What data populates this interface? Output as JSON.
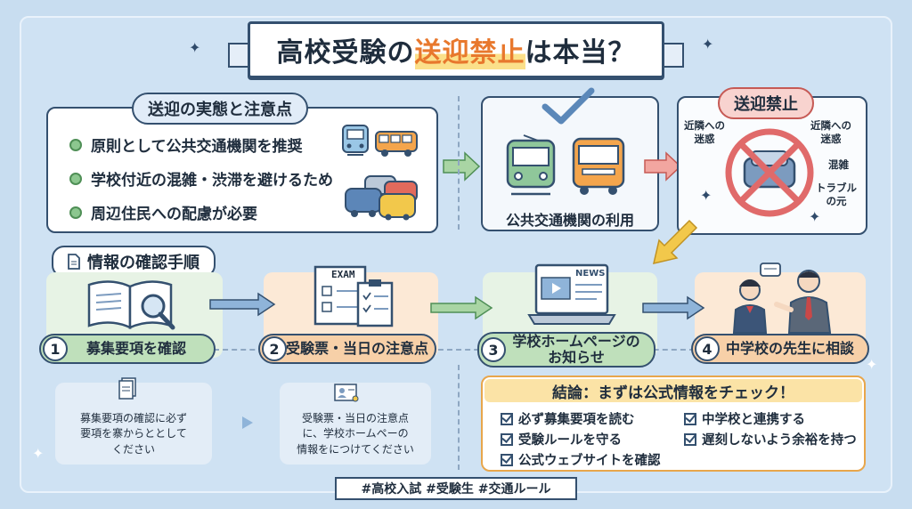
{
  "title": {
    "prefix": "高校受験の",
    "highlight": "送迎禁止",
    "suffix": "は本当？"
  },
  "reality": {
    "heading": "送迎の実態と注意点",
    "bullets": [
      "原則として公共交通機関を推奨",
      "学校付近の混雑・渋滞を避けるため",
      "周辺住民への配慮が必要"
    ]
  },
  "public_transport": {
    "caption": "公共交通機関の利用"
  },
  "ban": {
    "heading": "送迎禁止",
    "labels": [
      "近隣への\n迷惑",
      "近隣への\n迷惑",
      "混雑",
      "トラブル\nの元"
    ]
  },
  "procedure": {
    "heading": "情報の確認手順",
    "steps": [
      {
        "num": "1",
        "label": "募集要項を確認"
      },
      {
        "num": "2",
        "label": "受験票・当日の注意点"
      },
      {
        "num": "3",
        "label": "学校ホームページの\nお知らせ"
      },
      {
        "num": "4",
        "label": "中学校の先生に相談"
      }
    ],
    "exam_text": "EXAM",
    "news_text": "NEWS",
    "notes": [
      "募集要項の確認に必ず\n要項を寨からととして\nください",
      "受験票・当日の注意点\nに、学校ホームペーの\n情報をにつけてください"
    ]
  },
  "conclusion": {
    "heading": "結論：まずは公式情報をチェック！",
    "items": [
      "必ず募集要項を読む",
      "中学校と連携する",
      "受験ルールを守る",
      "遅刻しないよう余裕を持つ",
      "公式ウェブサイトを確認"
    ]
  },
  "hashtags": "#高校入試 #受験生 #交通ルール",
  "colors": {
    "navy": "#34506f",
    "green": "#a9d5a4",
    "peach": "#f7d6b3",
    "accent_orange": "#e8782d",
    "ban_red": "#e06a6a"
  }
}
